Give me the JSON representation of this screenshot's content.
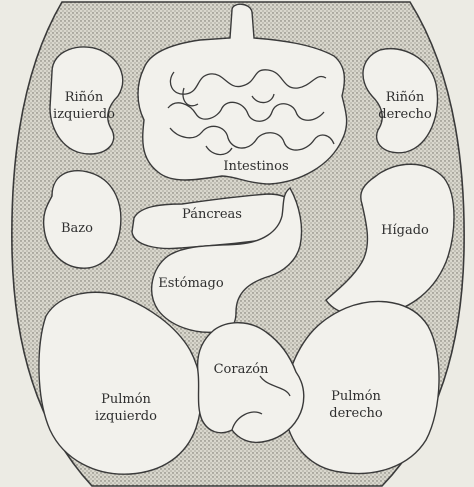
{
  "labels": {
    "left_kidney_1": "Riñón",
    "left_kidney_2": "izquierdo",
    "right_kidney_1": "Riñón",
    "right_kidney_2": "derecho",
    "intestines": "Intestinos",
    "pancreas": "Páncreas",
    "spleen": "Bazo",
    "liver": "Hígado",
    "stomach": "Estómago",
    "heart": "Corazón",
    "left_lung_1": "Pulmón",
    "left_lung_2": "izquierdo",
    "right_lung_1": "Pulmón",
    "right_lung_2": "derecho"
  },
  "colors": {
    "background": "#ecebe4",
    "body_fill": "#c9c7bd",
    "organ_fill": "#f2f1ec",
    "outline": "#3a3a3a"
  }
}
